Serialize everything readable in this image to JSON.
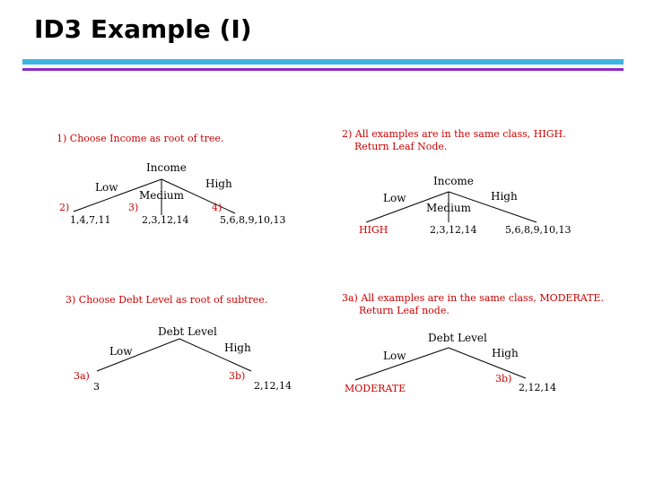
{
  "title": "ID3 Example (I)",
  "colors": {
    "accent_line": "#3cb6e0",
    "accent_line_2": "#8a2ac9",
    "text_highlight": "#cc0000"
  },
  "panel1": {
    "caption": "1) Choose Income as root of tree.",
    "root": "Income",
    "branches": {
      "low": "Low",
      "medium": "Medium",
      "high": "High"
    },
    "markers": {
      "left": "2)",
      "middle": "3)",
      "right": "4)"
    },
    "leaves": {
      "left": "1,4,7,11",
      "middle": "2,3,12,14",
      "right": "5,6,8,9,10,13"
    }
  },
  "panel2": {
    "caption_line1": "2) All examples are in the same class, HIGH.",
    "caption_line2": "Return Leaf Node.",
    "root": "Income",
    "branches": {
      "low": "Low",
      "medium": "Medium",
      "high": "High"
    },
    "leaves": {
      "left": "HIGH",
      "middle": "2,3,12,14",
      "right": "5,6,8,9,10,13"
    }
  },
  "panel3": {
    "caption": "3) Choose Debt Level as root of subtree.",
    "root": "Debt Level",
    "branches": {
      "low": "Low",
      "high": "High"
    },
    "markers": {
      "left": "3a)",
      "right": "3b)"
    },
    "leaves": {
      "left": "3",
      "right": "2,12,14"
    }
  },
  "panel4": {
    "caption_line1": "3a) All examples are in the same class, MODERATE.",
    "caption_line2": "Return Leaf node.",
    "root": "Debt Level",
    "branches": {
      "low": "Low",
      "high": "High"
    },
    "markers": {
      "right": "3b)"
    },
    "leaves": {
      "left": "MODERATE",
      "right": "2,12,14"
    }
  }
}
